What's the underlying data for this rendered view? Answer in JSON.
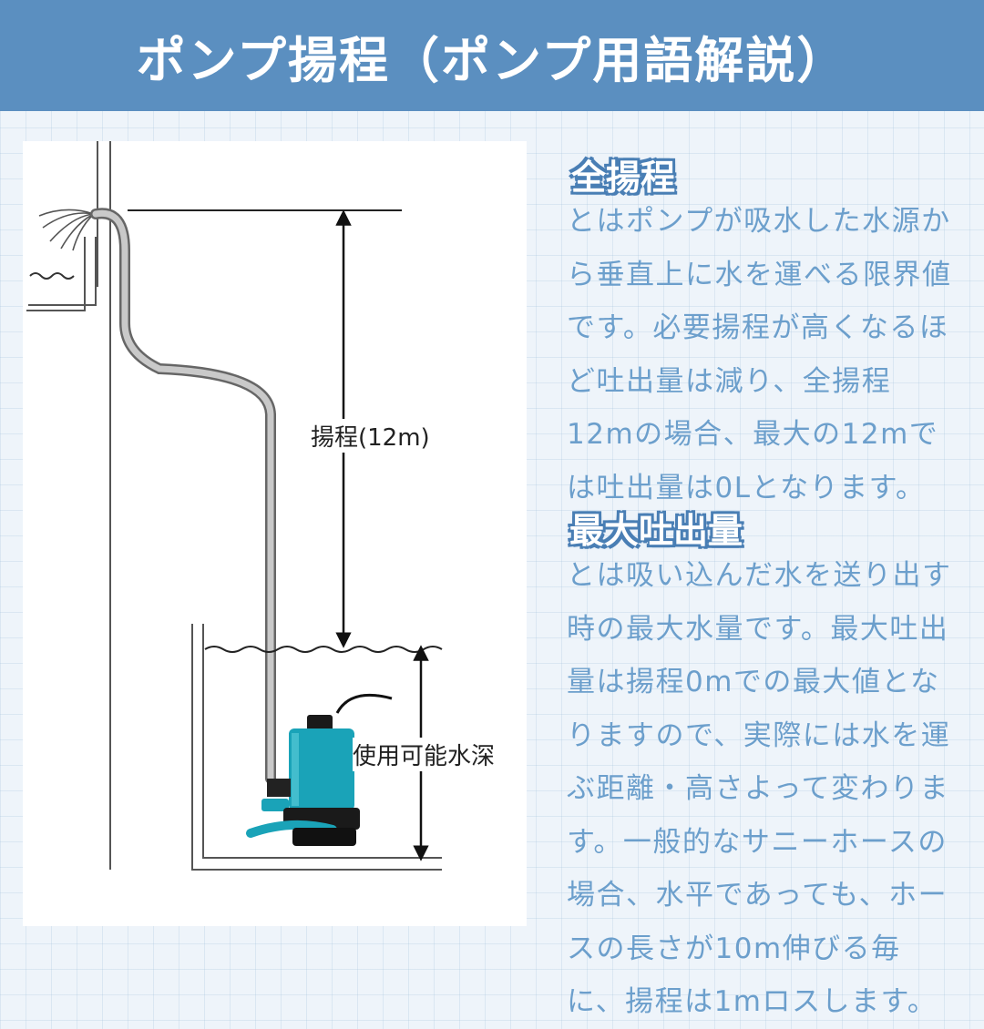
{
  "header": {
    "title": "ポンプ揚程（ポンプ用語解説）"
  },
  "diagram": {
    "head_label": "揚程(12m)",
    "depth_label": "使用可能水深"
  },
  "sections": [
    {
      "title": "全揚程",
      "body": "とはポンプが吸水した水源から垂直上に水を運べる限界値です。必要揚程が高くなるほど吐出量は減り、全揚程12mの場合、最大の12mでは吐出量は0Lとなります。"
    },
    {
      "title": "最大吐出量",
      "body": "とは吸い込んだ水を送り出す時の最大水量です。最大吐出量は揚程0mでの最大値となりますので、実際には水を運ぶ距離・高さよって変わります。一般的なサニーホースの場合、水平であっても、ホースの長さが10m伸びる毎に、揚程は1mロスします。"
    }
  ],
  "colors": {
    "banner": "#5b8fc0",
    "section_text": "#6c9fcc",
    "pump_body": "#1aa3b8"
  }
}
